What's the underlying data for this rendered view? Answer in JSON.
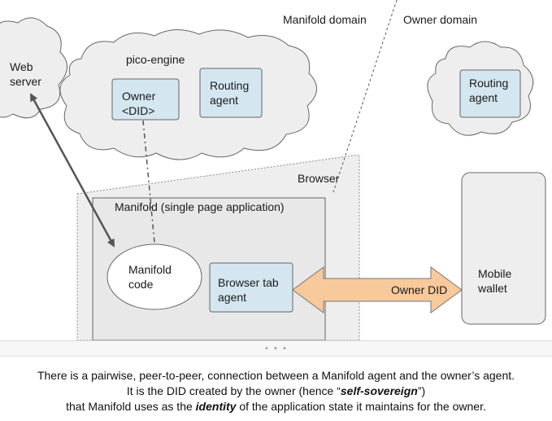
{
  "diagram": {
    "domains": {
      "manifold": "Manifold domain",
      "owner": "Owner domain"
    },
    "web_server": {
      "line1": "Web",
      "line2": "server"
    },
    "pico_engine": {
      "label": "pico-engine",
      "owner_agent": {
        "line1": "Owner",
        "line2": "<DID>"
      },
      "routing_agent": {
        "line1": "Routing",
        "line2": "agent"
      }
    },
    "owner_cloud": {
      "routing_agent": {
        "line1": "Routing",
        "line2": "agent"
      }
    },
    "browser": {
      "label": "Browser",
      "spa": {
        "label": "Manifold (single page application)",
        "code": {
          "line1": "Manifold",
          "line2": "code"
        },
        "tab_agent": {
          "line1": "Browser tab",
          "line2": "agent"
        }
      }
    },
    "mobile_wallet": {
      "line1": "Mobile",
      "line2": "wallet"
    },
    "connection_label": "Owner DID"
  },
  "caption": {
    "line1": "There is a pairwise, peer-to-peer, connection between a Manifold agent and the owner’s agent.",
    "line2_prefix": "It is the DID created by the owner (hence “",
    "line2_emph": "self-sovereign",
    "line2_suffix": "”)",
    "line3_prefix": "that Manifold uses as the ",
    "line3_emph": "identity",
    "line3_suffix": " of the application state it maintains for the owner."
  },
  "colors": {
    "agent_fill": "#d4e6ef",
    "arrow_fill": "#f8c99a",
    "browser_fill": "#eeeeee",
    "spa_fill": "#e8e8e8"
  }
}
